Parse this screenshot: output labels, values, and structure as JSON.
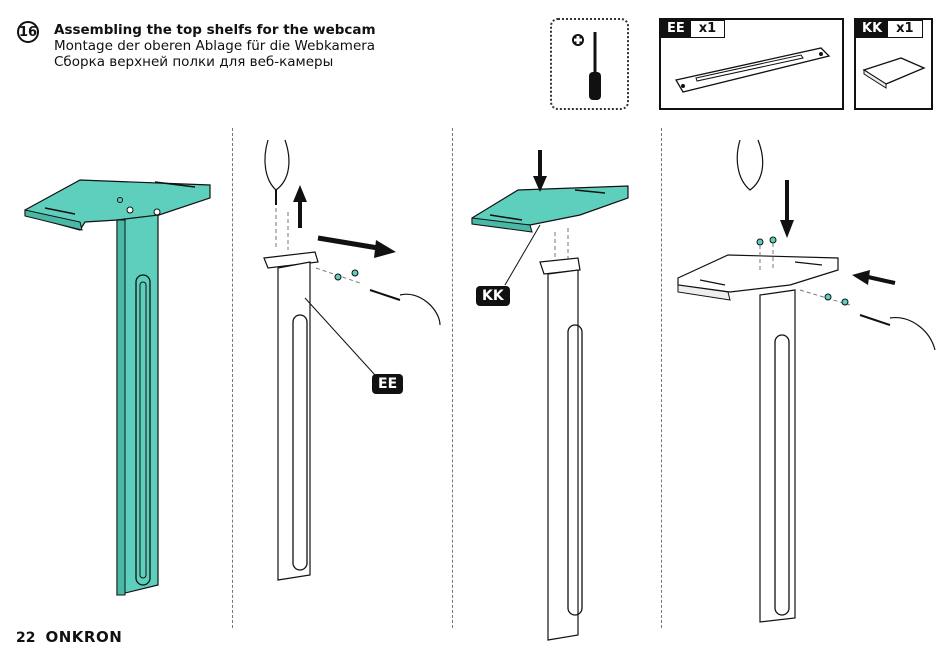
{
  "step": {
    "number": "16"
  },
  "titles": {
    "en": "Assembling the top shelfs for the webcam",
    "de": "Montage der oberen Ablage für die Webkamera",
    "ru": "Сборка верхней полки для веб-камеры"
  },
  "tool": {
    "icon": "phillips-screwdriver-icon",
    "sign": "+"
  },
  "parts": [
    {
      "code": "EE",
      "qty": "x1"
    },
    {
      "code": "KK",
      "qty": "x1"
    }
  ],
  "callouts": {
    "ee": "EE",
    "kk": "KK"
  },
  "footer": {
    "page": "22",
    "brand": "ONKRON"
  },
  "colors": {
    "accent": "#5fcfbd",
    "ink": "#111111"
  }
}
